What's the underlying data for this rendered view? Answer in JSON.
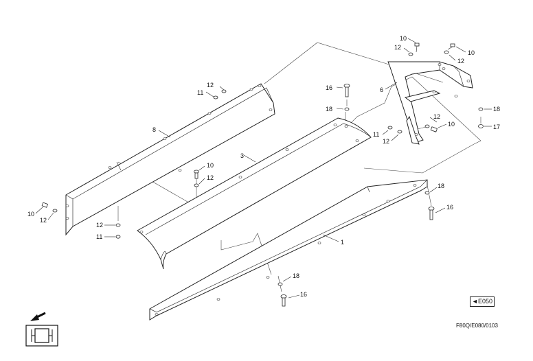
{
  "callouts": {
    "c1": "1",
    "c3": "3",
    "c6": "6",
    "c8": "8",
    "c10a": "10",
    "c10b": "10",
    "c10c": "10",
    "c10d": "10",
    "c10e": "10",
    "c11a": "11",
    "c11b": "11",
    "c11c": "11",
    "c12a": "12",
    "c12b": "12",
    "c12c": "12",
    "c12d": "12",
    "c12e": "12",
    "c12f": "12",
    "c12g": "12",
    "c12h": "12",
    "c16a": "16",
    "c16b": "16",
    "c16c": "16",
    "c17": "17",
    "c18a": "18",
    "c18b": "18",
    "c18c": "18",
    "c18d": "18"
  },
  "reference": {
    "label": "◄E050"
  },
  "drawing_code": "F80Q/E080/0103",
  "icons": {
    "direction": "forward-arrow-icon",
    "machine_top_view": "machine-top-view-icon"
  }
}
